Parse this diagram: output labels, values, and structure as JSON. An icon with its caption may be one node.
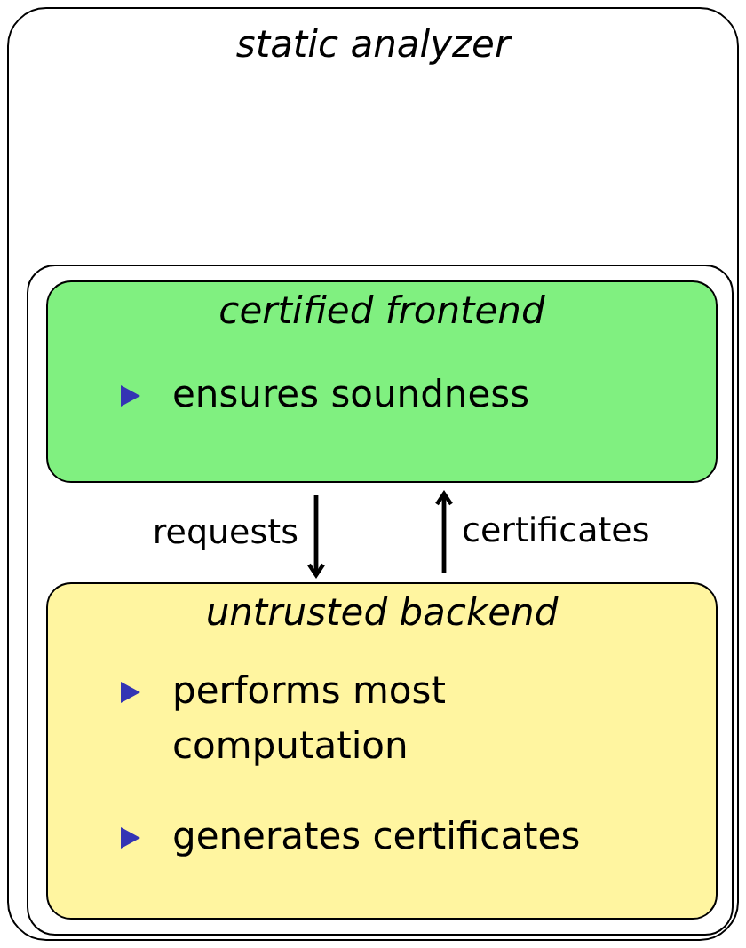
{
  "diagram": {
    "nodes": [
      {
        "text": [
          "static analyzer"
        ]
      },
      {
        "text": [],
        "shape": "box",
        "in": 0
      },
      {
        "text": [
          "certified frontend",
          "ensures soundness"
        ],
        "in": 1
      },
      {
        "text": [
          "untrusted backend",
          "performs most computation",
          "generates certificates"
        ],
        "in": 1
      }
    ],
    "edges": [
      {
        "from": 2,
        "to": 3,
        "arrow": "to",
        "label": "requests"
      },
      {
        "from": 3,
        "to": 2,
        "arrow": "to",
        "label": "certificates"
      }
    ]
  }
}
